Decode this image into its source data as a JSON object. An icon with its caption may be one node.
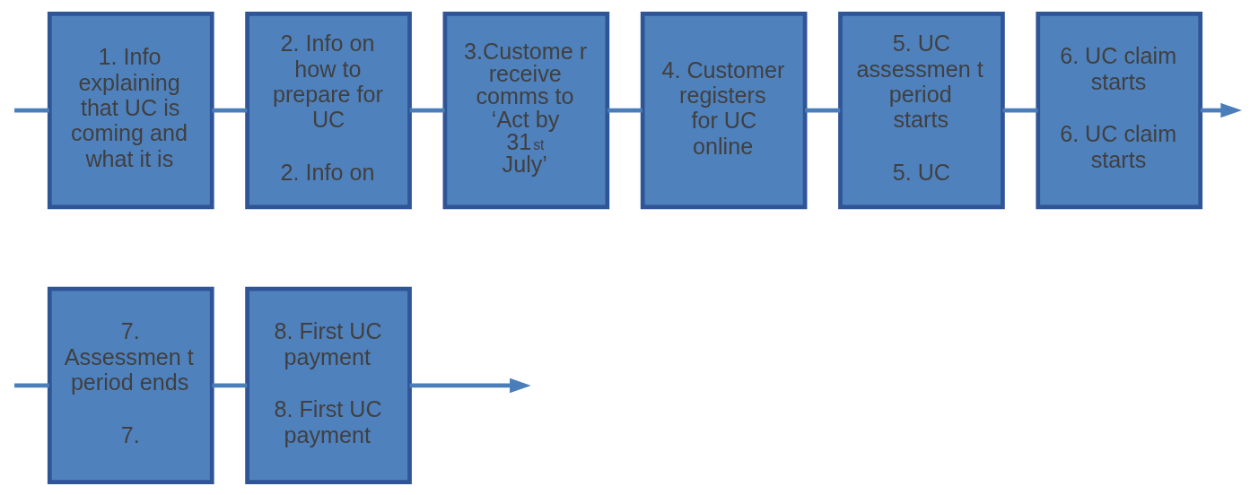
{
  "diagram": {
    "nodes": [
      {
        "text": [
          "1. Info explaining that UC is coming and what it is"
        ]
      },
      {
        "text": [
          "2. Info on how to prepare for UC",
          "2. Info on"
        ]
      },
      {
        "text": [
          "3.Custome r receive comms to ‘Act by 31$^{st}$ July’"
        ]
      },
      {
        "text": [
          "4. Customer registers for UC online"
        ]
      },
      {
        "text": [
          "5. UC assessmen t period starts",
          "5. UC"
        ]
      },
      {
        "text": [
          "6. UC claim starts",
          "6. UC claim starts"
        ]
      },
      {
        "text": [
          "7. Assessmen t period ends",
          "7."
        ]
      },
      {
        "text": [
          "8. First UC payment",
          "8. First UC payment"
        ]
      }
    ],
    "edges": [
      {
        "from": null,
        "to": 0,
        "arrow": "none"
      },
      {
        "from": 0,
        "to": 1,
        "arrow": "none"
      },
      {
        "from": 1,
        "to": 2,
        "arrow": "none"
      },
      {
        "from": 2,
        "to": 3,
        "arrow": "none"
      },
      {
        "from": 3,
        "to": 4,
        "arrow": "none"
      },
      {
        "from": 4,
        "to": 5,
        "arrow": "none"
      },
      {
        "from": 5,
        "to": null,
        "arrow": "to"
      },
      {
        "from": null,
        "to": 6,
        "arrow": "none"
      },
      {
        "from": 6,
        "to": 7,
        "arrow": "none"
      },
      {
        "from": 7,
        "to": null,
        "arrow": "to"
      }
    ]
  }
}
